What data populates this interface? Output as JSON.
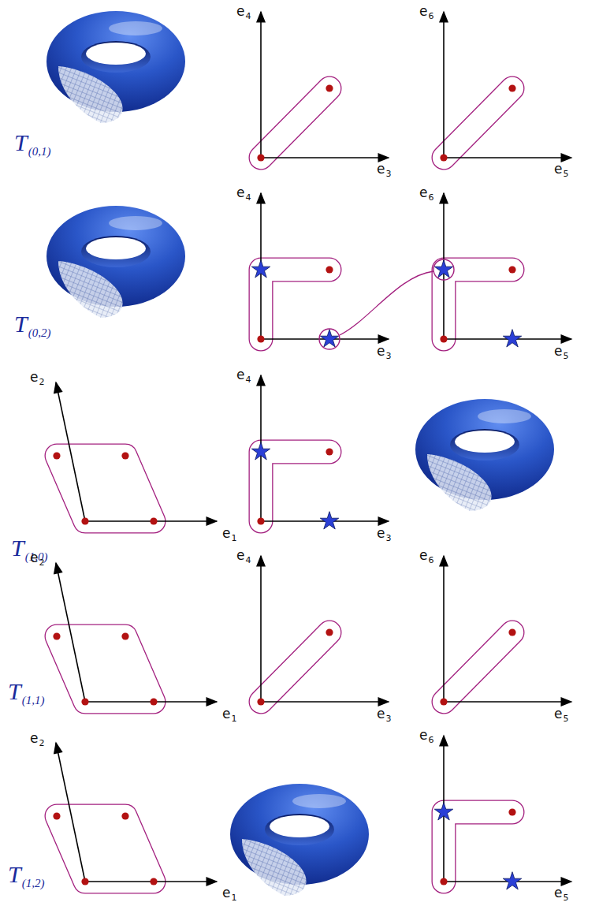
{
  "diagram": {
    "labels": [
      "T",
      "(0,1)",
      "e",
      "4",
      "e",
      "3",
      "e",
      "6",
      "e",
      "5",
      "T",
      "(0,2)",
      "e",
      "4",
      "e",
      "3",
      "e",
      "6",
      "e",
      "5",
      "e",
      "2",
      "e",
      "1",
      "T",
      "(1,0)",
      "e",
      "4",
      "e",
      "3",
      "e",
      "2",
      "e",
      "1",
      "T",
      "(1,1)",
      "e",
      "4",
      "e",
      "3",
      "e",
      "6",
      "e",
      "5",
      "e",
      "2",
      "e",
      "1",
      "T",
      "(1,2)",
      "e",
      "6",
      "e",
      "5"
    ]
  }
}
